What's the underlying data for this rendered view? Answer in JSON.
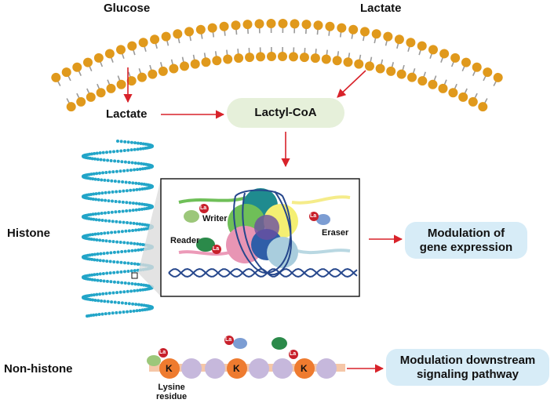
{
  "labels": {
    "glucose": "Glucose",
    "lactate_top": "Lactate",
    "lactate_mid": "Lactate",
    "lactyl_coa": "Lactyl-CoA",
    "histone": "Histone",
    "writer": "Writer",
    "reader": "Reader",
    "eraser": "Eraser",
    "modulation_gene_line1": "Modulation of",
    "modulation_gene_line2": "gene expression",
    "non_histone": "Non-histone",
    "modulation_signal_line1": "Modulation downstream",
    "modulation_signal_line2": "signaling pathway",
    "lysine_line1": "Lysine",
    "lysine_line2": "residue",
    "la_mark": "La",
    "k_mark": "K"
  },
  "colors": {
    "arrow": "#d8222a",
    "lipid_head": "#e0991c",
    "lipid_tail": "#9a9a9a",
    "lactyl_box": "#e6f0da",
    "modulation_box": "#d7ecf7",
    "chromatin": "#22a5c8",
    "la_badge": "#c8202b",
    "lysine": "#ee7b2f",
    "bead": "#c6b8dc",
    "dna": "#26478c"
  }
}
